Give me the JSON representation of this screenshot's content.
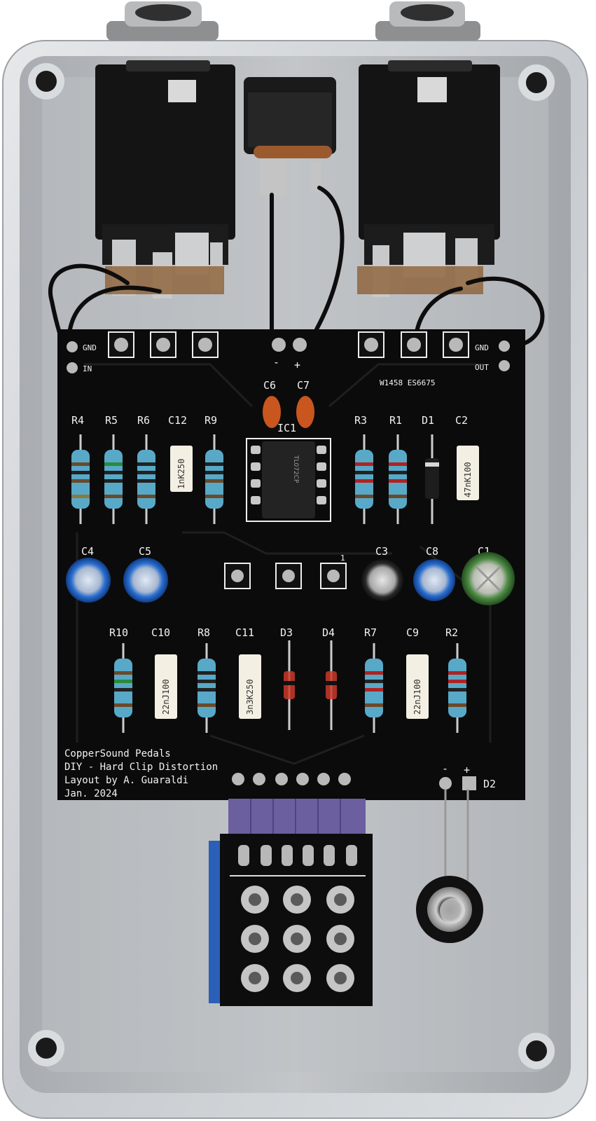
{
  "scene": {
    "subject": "DIY guitar effects pedal, enclosure interior",
    "colors": {
      "enclosure": "#cfd2d5",
      "enclosure_inner": "#b7bbbf",
      "pcb": "#0b0b0b",
      "silkscreen": "#f2f2f2",
      "jack_body": "#141414",
      "resistor_body": "#58a9c8",
      "film_cap": "#f3efe2",
      "ceramic_cap": "#c9561e",
      "electrolytic_blue": "#1e64c2",
      "electrolytic_green": "#3f7a3a",
      "ribbon_cable": "#6b5fa0"
    }
  },
  "pcb": {
    "pad_labels": {
      "in_gnd": "GND",
      "in": "IN",
      "out_gnd": "GND",
      "out": "OUT",
      "power_minus": "-",
      "power_plus": "+",
      "switch_part": "W1458 ES6675",
      "d2_minus": "-",
      "d2_plus": "+",
      "pin1_marker": "1"
    },
    "designators": {
      "R4": "R4",
      "R5": "R5",
      "R6": "R6",
      "C12": "C12",
      "R9": "R9",
      "C6": "C6",
      "C7": "C7",
      "IC1": "IC1",
      "R3": "R3",
      "R1": "R1",
      "D1": "D1",
      "C2": "C2",
      "C4": "C4",
      "C5": "C5",
      "C3": "C3",
      "C8": "C8",
      "C1": "C1",
      "R10": "R10",
      "C10": "C10",
      "R8": "R8",
      "C11": "C11",
      "D3": "D3",
      "D4": "D4",
      "R7": "R7",
      "C9": "C9",
      "R2": "R2",
      "D2": "D2"
    },
    "cap_values": {
      "C12": "1nK250",
      "C2": "47nK100",
      "C10": "22nJ100",
      "C11": "3n3K250",
      "C9": "22nJ100"
    },
    "ic_marking": "TL072CP",
    "brand_lines": [
      "CopperSound Pedals",
      "DIY - Hard Clip Distortion",
      "Layout by A. Guaraldi",
      "Jan. 2024"
    ]
  }
}
